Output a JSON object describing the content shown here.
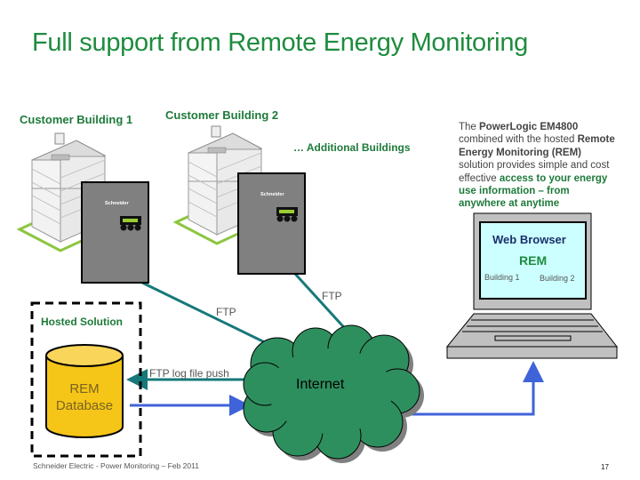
{
  "title": "Full support from Remote Energy Monitoring",
  "buildings": [
    {
      "label": "Customer Building 1",
      "meter_brand": "Schneider"
    },
    {
      "label": "Customer Building 2",
      "meter_brand": "Schneider"
    }
  ],
  "additional_buildings_label": "… Additional Buildings",
  "description": {
    "p1": "The ",
    "product": "PowerLogic EM4800",
    "p2": " combined with the hosted ",
    "service": "Remote Energy Monitoring (REM)",
    "p3": " solution provides simple and cost effective ",
    "highlight": "access to your energy use information – from anywhere at anytime"
  },
  "laptop": {
    "heading": "Web Browser",
    "app": "REM",
    "items": [
      "Building 1",
      "Building 2"
    ]
  },
  "hosted": {
    "label": "Hosted Solution",
    "db_line1": "REM",
    "db_line2": "Database"
  },
  "connections": {
    "ftp1": "FTP",
    "ftp2": "FTP",
    "push": "FTP log file push"
  },
  "cloud_label": "Internet",
  "footer": "Schneider Electric - Power Monitoring – Feb 2011",
  "page_number": "17",
  "colors": {
    "title_green": "#1e8c3e",
    "label_green": "#1e7a3a",
    "teal_line": "#17787a",
    "blue_line": "#3f63d8",
    "cloud": "#2e8f5e",
    "db_yellow": "#f5c518",
    "meter_gray": "#808080",
    "screen_bg": "#ccffff"
  }
}
